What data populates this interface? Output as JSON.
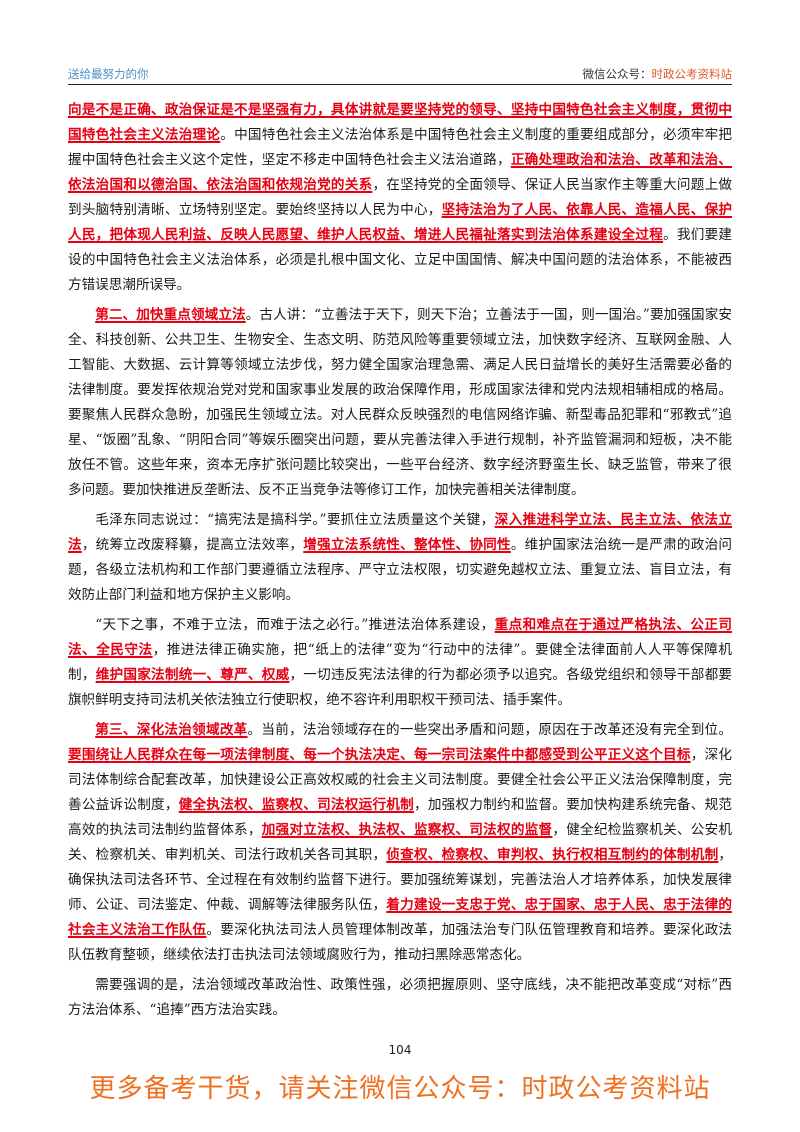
{
  "header": {
    "left": "送给最努力的你",
    "right_prefix": "微信公众号：",
    "right_accent": "时政公考资料站"
  },
  "p1": [
    {
      "t": "向是不是正确、政治保证是不是坚强有力，具体讲就是要坚持党的领导、坚持中国特色社会主义制度，贯彻中国特色社会主义法治理论",
      "h": true
    },
    {
      "t": "。中国特色社会主义法治体系是中国特色社会主义制度的重要组成部分，必须牢牢把握中国特色社会主义这个定性，坚定不移走中国特色社会主义法治道路，"
    },
    {
      "t": "正确处理政治和法治、改革和法治、依法治国和以德治国、依法治国和依规治党的关系",
      "h": true
    },
    {
      "t": "，在坚持党的全面领导、保证人民当家作主等重大问题上做到头脑特别清晰、立场特别坚定。要始终坚持以人民为中心，"
    },
    {
      "t": "坚持法治为了人民、依靠人民、造福人民、保护人民，把体现人民利益、反映人民愿望、维护人民权益、增进人民福祉落实到法治体系建设全过程",
      "h": true
    },
    {
      "t": "。我们要建设的中国特色社会主义法治体系，必须是扎根中国文化、立足中国国情、解决中国问题的法治体系，不能被西方错误思潮所误导。"
    }
  ],
  "p2": [
    {
      "t": "第二、加快重点领域立法",
      "h": true
    },
    {
      "t": "。古人讲：“立善法于天下，则天下治；立善法于一国，则一国治。”要加强国家安全、科技创新、公共卫生、生物安全、生态文明、防范风险等重要领域立法，加快数字经济、互联网金融、人工智能、大数据、云计算等领域立法步伐，努力健全国家治理急需、满足人民日益增长的美好生活需要必备的法律制度。要发挥依规治党对党和国家事业发展的政治保障作用，形成国家法律和党内法规相辅相成的格局。要聚焦人民群众急盼，加强民生领域立法。对人民群众反映强烈的电信网络诈骗、新型毒品犯罪和“邪教式”追星、“饭圈”乱象、“阴阳合同”等娱乐圈突出问题，要从完善法律入手进行规制，补齐监管漏洞和短板，决不能放任不管。这些年来，资本无序扩张问题比较突出，一些平台经济、数字经济野蛮生长、缺乏监管，带来了很多问题。要加快推进反垄断法、反不正当竞争法等修订工作，加快完善相关法律制度。"
    }
  ],
  "p3": [
    {
      "t": "毛泽东同志说过：“搞宪法是搞科学。”要抓住立法质量这个关键，"
    },
    {
      "t": "深入推进科学立法、民主立法、依法立法",
      "h": true
    },
    {
      "t": "，统筹立改废释纂，提高立法效率，"
    },
    {
      "t": "增强立法系统性、整体性、协同性",
      "h": true
    },
    {
      "t": "。维护国家法治统一是严肃的政治问题，各级立法机构和工作部门要遵循立法程序、严守立法权限，切实避免越权立法、重复立法、盲目立法，有效防止部门利益和地方保护主义影响。"
    }
  ],
  "p4": [
    {
      "t": "“天下之事，不难于立法，而难于法之必行。”推进法治体系建设，"
    },
    {
      "t": "重点和难点在于通过严格执法、公正司法、全民守法",
      "h": true
    },
    {
      "t": "，推进法律正确实施，把“纸上的法律”变为“行动中的法律”。要健全法律面前人人平等保障机制，"
    },
    {
      "t": "维护国家法制统一、尊严、权威",
      "h": true
    },
    {
      "t": "，一切违反宪法法律的行为都必须予以追究。各级党组织和领导干部都要旗帜鲜明支持司法机关依法独立行使职权，绝不容许利用职权干预司法、插手案件。"
    }
  ],
  "p5": [
    {
      "t": "第三、深化法治领域改革",
      "h": true
    },
    {
      "t": "。当前，法治领域存在的一些突出矛盾和问题，原因在于改革还没有完全到位。"
    },
    {
      "t": "要围绕让人民群众在每一项法律制度、每一个执法决定、每一宗司法案件中都感受到公平正义这个目标",
      "h": true
    },
    {
      "t": "，深化司法体制综合配套改革，加快建设公正高效权威的社会主义司法制度。要健全社会公平正义法治保障制度，完善公益诉讼制度，"
    },
    {
      "t": "健全执法权、监察权、司法权运行机制",
      "h": true
    },
    {
      "t": "，加强权力制约和监督。要加快构建系统完备、规范高效的执法司法制约监督体系，"
    },
    {
      "t": "加强对立法权、执法权、监察权、司法权的监督",
      "h": true
    },
    {
      "t": "，健全纪检监察机关、公安机关、检察机关、审判机关、司法行政机关各司其职，"
    },
    {
      "t": "侦查权、检察权、审判权、执行权相互制约的体制机制",
      "h": true
    },
    {
      "t": "，确保执法司法各环节、全过程在有效制约监督下进行。要加强统筹谋划，完善法治人才培养体系，加快发展律师、公证、司法鉴定、仲裁、调解等法律服务队伍，"
    },
    {
      "t": "着力建设一支忠于党、忠于国家、忠于人民、忠于法律的社会主义法治工作队伍",
      "h": true
    },
    {
      "t": "。要深化执法司法人员管理体制改革，加强法治专门队伍管理教育和培养。要深化政法队伍教育整顿，继续依法打击执法司法领域腐败行为，推动扫黑除恶常态化。"
    }
  ],
  "p6": [
    {
      "t": "需要强调的是，法治领域改革政治性、政策性强，必须把握原则、坚守底线，决不能把改革变成“对标”西方法治体系、“追捧”西方法治实践。"
    }
  ],
  "page_number": "104",
  "footer": "更多备考干货，请关注微信公众号：时政公考资料站"
}
